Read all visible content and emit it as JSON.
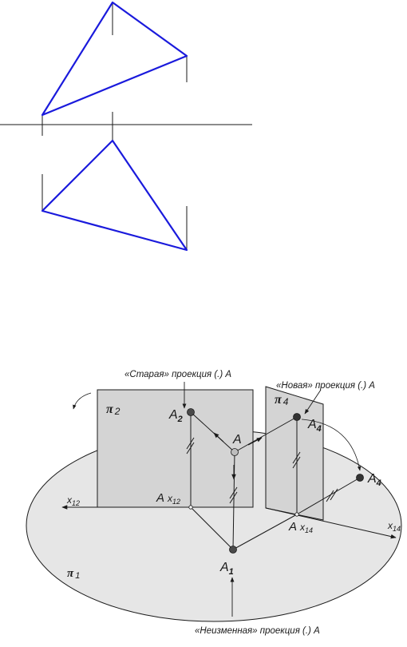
{
  "labels": {
    "old_projection": "«Старая» проекция (.) А",
    "new_projection": "«Новая» проекция (.) А",
    "unchanged_projection": "«Неизменная» проекция (.) А",
    "pi2": "π",
    "pi2_sub": "2",
    "pi4": "π",
    "pi4_sub": "4",
    "pi1": "π",
    "pi1_sub": "1",
    "A": "A",
    "A2": "A",
    "A2_sub": "2",
    "A4_plane": "A",
    "A4_plane_sub": "4",
    "A4_rot": "A",
    "A4_rot_sub": "4",
    "A1": "A",
    "A1_sub": "1",
    "Ax12": "A",
    "Ax12_sub": "x",
    "Ax12_sub2": "12",
    "Ax14": "A",
    "Ax14_sub": "x",
    "Ax14_sub2": "14",
    "x12": "x",
    "x12_sub": "12",
    "x14": "x",
    "x14_sub": "14"
  },
  "colors": {
    "triangle": "#1a1adc",
    "plane_fill": "#d4d4d4",
    "ellipse_fill": "#e6e6e6",
    "line": "#1a1a1a"
  }
}
